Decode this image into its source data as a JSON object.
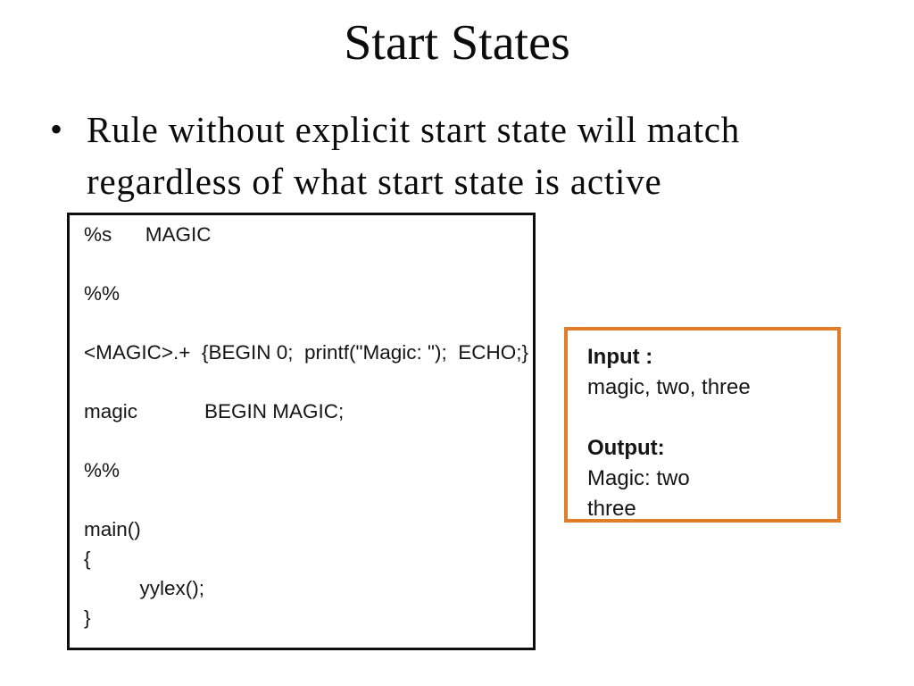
{
  "slide": {
    "title": "Start States",
    "bullet": {
      "marker": "•",
      "lines": [
        "Rule without explicit start state will match",
        "regardless of what start state is active"
      ]
    }
  },
  "code_box": {
    "lines": [
      "%s      MAGIC",
      "",
      "%%",
      "",
      "<MAGIC>.+  {BEGIN 0;  printf(\"Magic: \");  ECHO;}",
      "",
      "magic            BEGIN MAGIC;",
      "",
      "%%",
      "",
      "main()",
      "{",
      "          yylex();",
      "}"
    ]
  },
  "info_box": {
    "border_color": "#e07d2b",
    "lines": [
      {
        "text": "Input :",
        "bold": true
      },
      {
        "text": "magic, two, three",
        "bold": false
      },
      {
        "text": "",
        "bold": false
      },
      {
        "text": "Output:",
        "bold": true
      },
      {
        "text": "Magic: two",
        "bold": false
      },
      {
        "text": "three",
        "bold": false
      }
    ]
  }
}
